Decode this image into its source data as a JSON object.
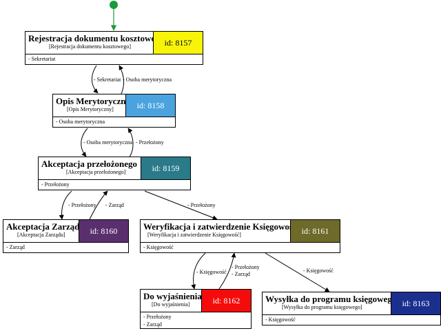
{
  "colors": {
    "edge": "#000000",
    "start_node": "#1a9a3a",
    "start_edge": "#1a9a3a",
    "id_8157": "#f7f40a",
    "id_8158": "#4aa3df",
    "id_8159": "#2a7a8a",
    "id_8160": "#5a2f6e",
    "id_8161": "#6e6a2a",
    "id_8162": "#f40c0c",
    "id_8163": "#1a2f8e"
  },
  "nodes": {
    "n8157": {
      "title": "Rejestracja dokumentu kosztowego",
      "subtitle": "[Rejestracja dokumentu kosztowego]",
      "id_label": "id: 8157",
      "roles": [
        "- Sekretariat"
      ]
    },
    "n8158": {
      "title": "Opis Merytoryczny",
      "subtitle": "[Opis Merytoryczny]",
      "id_label": "id: 8158",
      "roles": [
        "- Osoba merytoryczna"
      ]
    },
    "n8159": {
      "title": "Akceptacja przełożonego",
      "subtitle": "[Akceptacja przełożonego]",
      "id_label": "id: 8159",
      "roles": [
        "- Przełożony"
      ]
    },
    "n8160": {
      "title": "Akceptacja Zarządu",
      "subtitle": "[Akceptacja Zarządu]",
      "id_label": "id: 8160",
      "roles": [
        "- Zarząd"
      ]
    },
    "n8161": {
      "title": "Weryfikacja i zatwierdzenie Księgowość",
      "subtitle": "[Weryfikacja i zatwierdzenie Księgowość]",
      "id_label": "id: 8161",
      "roles": [
        "- Księgowość"
      ]
    },
    "n8162": {
      "title": "Do wyjaśnienia",
      "subtitle": "[Do wyjaśnienia]",
      "id_label": "id: 8162",
      "roles": [
        "- Przełożony",
        "- Zarząd"
      ]
    },
    "n8163": {
      "title": "Wysyłka do programu księgowego",
      "subtitle": "[Wysyłka do programu księgowego]",
      "id_label": "id: 8163",
      "roles": [
        "- Księgowość"
      ]
    }
  },
  "edges": {
    "e1": "- Sekretariat",
    "e2": "- Osoba merytoryczna",
    "e3": "- Osoba merytoryczna",
    "e4": "- Przełożony",
    "e5": "- Przełożony",
    "e6": "- Zarząd",
    "e7": "- Przełożony",
    "e8": "- Księgowość",
    "e9a": "- Przełożony",
    "e9b": "- Zarząd",
    "e10": "- Księgowość"
  }
}
